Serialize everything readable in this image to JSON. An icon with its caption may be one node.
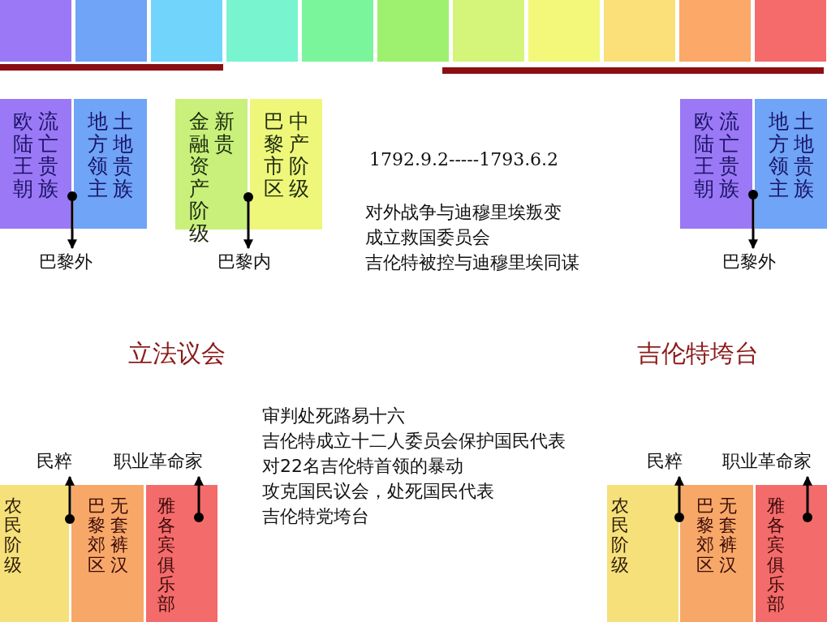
{
  "diagram": {
    "nodes": [
      {
        "text": [
          "欧陆王朝",
          "流亡贵族"
        ]
      },
      {
        "text": [
          "地方领主",
          "土地贵族"
        ]
      },
      {
        "text": [
          "金融资产阶级",
          "新贵"
        ]
      },
      {
        "text": [
          "巴黎市区",
          "中产阶级"
        ]
      },
      {
        "text": [
          "巴黎外"
        ]
      },
      {
        "text": [
          "巴黎内"
        ]
      },
      {
        "text": [
          "欧陆王朝",
          "流亡贵族"
        ]
      },
      {
        "text": [
          "地方领主",
          "土地贵族"
        ]
      },
      {
        "text": [
          "巴黎外"
        ]
      },
      {
        "text": [
          "民粹"
        ]
      },
      {
        "text": [
          "职业革命家"
        ]
      },
      {
        "text": [
          "农民阶级"
        ]
      },
      {
        "text": [
          "巴黎郊区",
          "无套裤汉"
        ]
      },
      {
        "text": [
          "雅各宾俱乐部"
        ]
      },
      {
        "text": [
          "民粹"
        ]
      },
      {
        "text": [
          "职业革命家"
        ]
      },
      {
        "text": [
          "农民阶级"
        ]
      },
      {
        "text": [
          "巴黎郊区",
          "无套裤汉"
        ]
      },
      {
        "text": [
          "雅各宾俱乐部"
        ]
      }
    ],
    "edges": [
      {
        "from": 0,
        "to": 4,
        "arrow": "to"
      },
      {
        "from": 1,
        "to": 4,
        "arrow": "to"
      },
      {
        "from": 2,
        "to": 5,
        "arrow": "to"
      },
      {
        "from": 3,
        "to": 5,
        "arrow": "to"
      },
      {
        "from": 6,
        "to": 8,
        "arrow": "to"
      },
      {
        "from": 7,
        "to": 8,
        "arrow": "to"
      },
      {
        "from": 11,
        "to": 9,
        "arrow": "to"
      },
      {
        "from": 12,
        "to": 9,
        "arrow": "to"
      },
      {
        "from": 13,
        "to": 10,
        "arrow": "to"
      },
      {
        "from": 16,
        "to": 14,
        "arrow": "to"
      },
      {
        "from": 17,
        "to": 14,
        "arrow": "to"
      },
      {
        "from": 18,
        "to": 15,
        "arrow": "to"
      }
    ],
    "labels": [
      "1792.9.2-----1793.6.2",
      "对外战争与迪穆里埃叛变",
      "成立救国委员会",
      "吉伦特被控与迪穆里埃同谋",
      "立法议会",
      "吉伦特垮台",
      "审判处死路易十六",
      "吉伦特成立十二人委员会保护国民代表",
      "对22名吉伦特首领的暴动",
      "攻克国民议会，处死国民代表",
      "吉伦特党垮台"
    ]
  }
}
